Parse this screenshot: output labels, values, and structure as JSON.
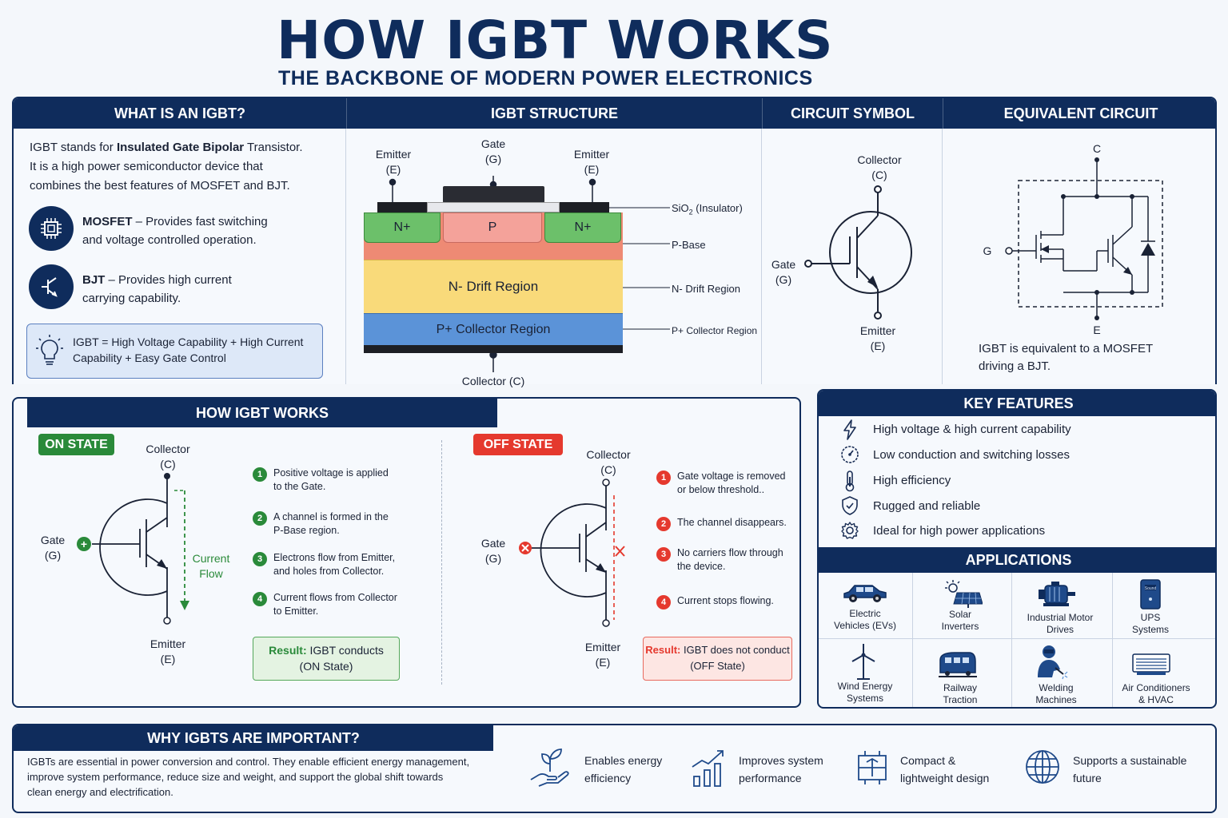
{
  "header": {
    "title": "HOW IGBT WORKS",
    "subtitle": "THE BACKBONE OF MODERN POWER ELECTRONICS"
  },
  "what_is": {
    "heading": "WHAT IS AN IGBT?",
    "intro_pre": "IGBT stands for ",
    "intro_bold": "Insulated Gate Bipolar",
    "intro_post": " Transistor.",
    "intro_line2": "It is a high power semiconductor device that",
    "intro_line3": "combines the best features of MOSFET and BJT.",
    "mosfet_name": "MOSFET",
    "mosfet_desc1": " –  Provides fast switching",
    "mosfet_desc2": "and voltage controlled operation.",
    "bjt_name": "BJT",
    "bjt_desc1": " –  Provides high current",
    "bjt_desc2": "carrying capability.",
    "formula1": "IGBT = High Voltage Capability + High Current",
    "formula2": "Capability + Easy Gate Control"
  },
  "structure": {
    "heading": "IGBT STRUCTURE",
    "emitter_l": "Emitter",
    "emitter_l_sym": "(E)",
    "gate": "Gate",
    "gate_sym": "(G)",
    "emitter_r": "Emitter",
    "emitter_r_sym": "(E)",
    "n_plus_l": "N+",
    "p": "P",
    "n_plus_r": "N+",
    "drift": "N-  Drift Region",
    "collector_region": "P+  Collector Region",
    "collector": "Collector (C)",
    "ann_sio2": "SiO",
    "ann_sio2_sub": "2",
    "ann_sio2_post": " (Insulator)",
    "ann_pbase": "P-Base",
    "ann_drift": "N-  Drift Region",
    "ann_collector": "P+ Collector Region"
  },
  "symbol": {
    "heading": "CIRCUIT SYMBOL",
    "collector": "Collector",
    "collector_sym": "(C)",
    "gate": "Gate",
    "gate_sym": "(G)",
    "emitter": "Emitter",
    "emitter_sym": "(E)"
  },
  "equivalent": {
    "heading": "EQUIVALENT CIRCUIT",
    "c": "C",
    "g": "G",
    "e": "E",
    "caption1": "IGBT is equivalent to a MOSFET",
    "caption2": "driving a BJT."
  },
  "works": {
    "heading": "HOW IGBT WORKS",
    "on": {
      "badge": "ON STATE",
      "collector": "Collector",
      "collector_sym": "(C)",
      "gate": "Gate",
      "gate_sym": "(G)",
      "emitter": "Emitter",
      "emitter_sym": "(E)",
      "flow1": "Current",
      "flow2": "Flow",
      "steps": [
        {
          "n": "1",
          "l1": "Positive voltage is applied",
          "l2": "to the Gate."
        },
        {
          "n": "2",
          "l1": "A channel is formed in the",
          "l2": "P-Base region."
        },
        {
          "n": "3",
          "l1": "Electrons flow from Emitter,",
          "l2": "and holes from Collector."
        },
        {
          "n": "4",
          "l1": "Current flows from Collector",
          "l2": "to Emitter."
        }
      ],
      "result_label": "Result:",
      "result_text": " IGBT conducts",
      "result_text2": "(ON State)"
    },
    "off": {
      "badge": "OFF STATE",
      "collector": "Collector",
      "collector_sym": "(C)",
      "gate": "Gate",
      "gate_sym": "(G)",
      "emitter": "Emitter",
      "emitter_sym": "(E)",
      "steps": [
        {
          "n": "1",
          "l1": "Gate voltage is removed",
          "l2": "or below threshold.."
        },
        {
          "n": "2",
          "l1": "The channel disappears.",
          "l2": ""
        },
        {
          "n": "3",
          "l1": "No carriers flow through",
          "l2": "the device."
        },
        {
          "n": "4",
          "l1": "Current stops flowing.",
          "l2": ""
        }
      ],
      "result_label": "Result:",
      "result_text": " IGBT does not conduct",
      "result_text2": "(OFF State)"
    }
  },
  "features": {
    "heading": "KEY FEATURES",
    "items": [
      {
        "icon": "lightning-icon",
        "text": "High voltage & high current capability"
      },
      {
        "icon": "gauge-icon",
        "text": "Low conduction and switching losses"
      },
      {
        "icon": "thermometer-icon",
        "text": "High efficiency"
      },
      {
        "icon": "shield-icon",
        "text": "Rugged and reliable"
      },
      {
        "icon": "gear-icon",
        "text": "Ideal for high power applications"
      }
    ]
  },
  "applications": {
    "heading": "APPLICATIONS",
    "items": [
      {
        "icon": "car-icon",
        "l1": "Electric",
        "l2": "Vehicles (EVs)"
      },
      {
        "icon": "solar-panel-icon",
        "l1": "Solar",
        "l2": "Inverters"
      },
      {
        "icon": "motor-icon",
        "l1": "Industrial Motor",
        "l2": "Drives"
      },
      {
        "icon": "ups-icon",
        "l1": "UPS",
        "l2": "Systems",
        "device_text": "Sound"
      },
      {
        "icon": "wind-turbine-icon",
        "l1": "Wind Energy",
        "l2": "Systems"
      },
      {
        "icon": "train-icon",
        "l1": "Railway",
        "l2": "Traction"
      },
      {
        "icon": "welder-icon",
        "l1": "Welding",
        "l2": "Machines"
      },
      {
        "icon": "air-conditioner-icon",
        "l1": "Air Conditioners",
        "l2": "& HVAC"
      }
    ]
  },
  "why": {
    "heading": "WHY IGBTS ARE IMPORTANT?",
    "text1": "IGBTs are essential in power conversion and control. They enable efficient energy management,",
    "text2": "improve system performance, reduce size and weight, and support the global shift towards",
    "text3": "clean energy and electrification.",
    "benefits": [
      {
        "icon": "plant-hand-icon",
        "l1": "Enables energy",
        "l2": "efficiency"
      },
      {
        "icon": "growth-chart-icon",
        "l1": "Improves system",
        "l2": "performance"
      },
      {
        "icon": "compact-module-icon",
        "l1": "Compact &",
        "l2": "lightweight design"
      },
      {
        "icon": "globe-icon",
        "l1": "Supports a sustainable",
        "l2": "future"
      }
    ]
  },
  "colors": {
    "navy": "#0f2c5c",
    "green": "#2a8a3a",
    "red": "#e5392e",
    "n_plus": "#6cc06a",
    "p": "#f4a29a",
    "p_base": "#ee8a74",
    "drift": "#f9da7a",
    "collector_region": "#5b93d8"
  }
}
